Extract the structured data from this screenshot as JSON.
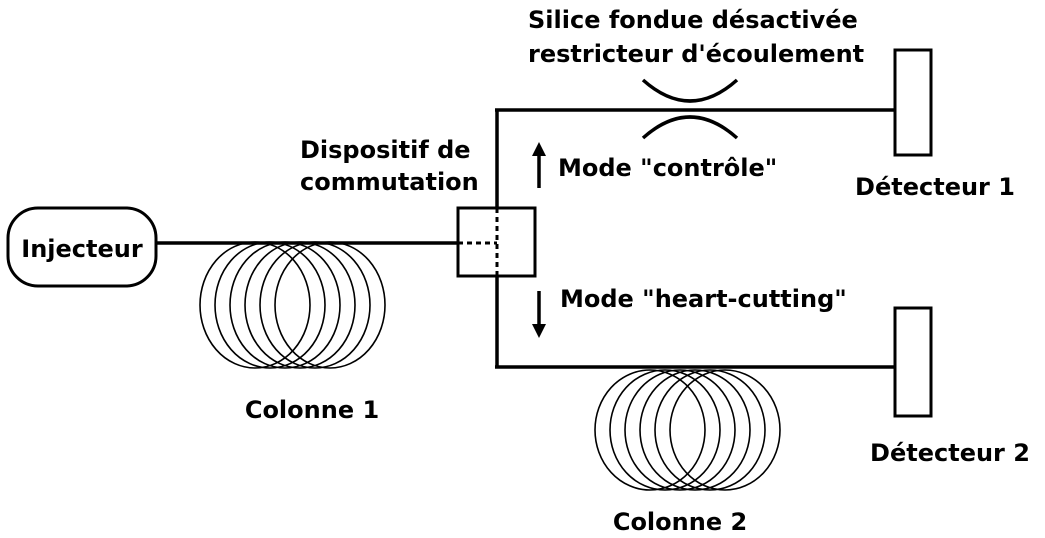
{
  "labels": {
    "injector": "Injecteur",
    "column1": "Colonne 1",
    "column2": "Colonne 2",
    "switch_line1": "Dispositif de",
    "switch_line2": "commutation",
    "restrictor_line1": "Silice fondue désactivée",
    "restrictor_line2": "restricteur d'écoulement",
    "mode_control": "Mode \"contrôle\"",
    "mode_heartcut": "Mode \"heart-cutting\"",
    "detector1": "Détecteur 1",
    "detector2": "Détecteur 2"
  },
  "colors": {
    "stroke": "#000000",
    "background": "#ffffff"
  }
}
